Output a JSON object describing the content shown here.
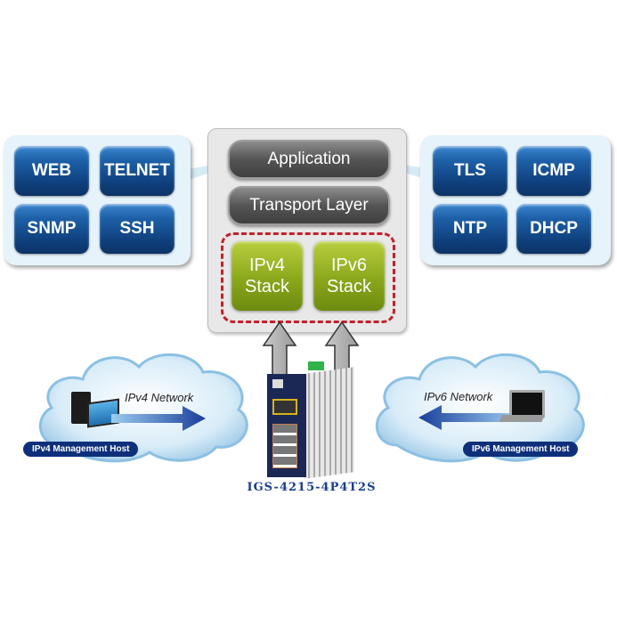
{
  "left_panel": {
    "protocols": [
      "WEB",
      "TELNET",
      "SNMP",
      "SSH"
    ]
  },
  "right_panel": {
    "protocols": [
      "TLS",
      "ICMP",
      "NTP",
      "DHCP"
    ]
  },
  "stack": {
    "application": "Application",
    "transport": "Transport Layer",
    "ipv4": [
      "IPv4",
      "Stack"
    ],
    "ipv6": [
      "IPv6",
      "Stack"
    ]
  },
  "left_cloud": {
    "network_label": "IPv4 Network",
    "host_label": "IPv4 Management Host"
  },
  "right_cloud": {
    "network_label": "IPv6 Network",
    "host_label": "IPv6 Management Host"
  },
  "device": {
    "model": "IGS-4215-4P4T2S"
  },
  "colors": {
    "protocol_blue": "#1d5fa6",
    "stack_green": "#8aa71b",
    "dash_red": "#c4202a",
    "label_navy": "#0e2f7a"
  }
}
